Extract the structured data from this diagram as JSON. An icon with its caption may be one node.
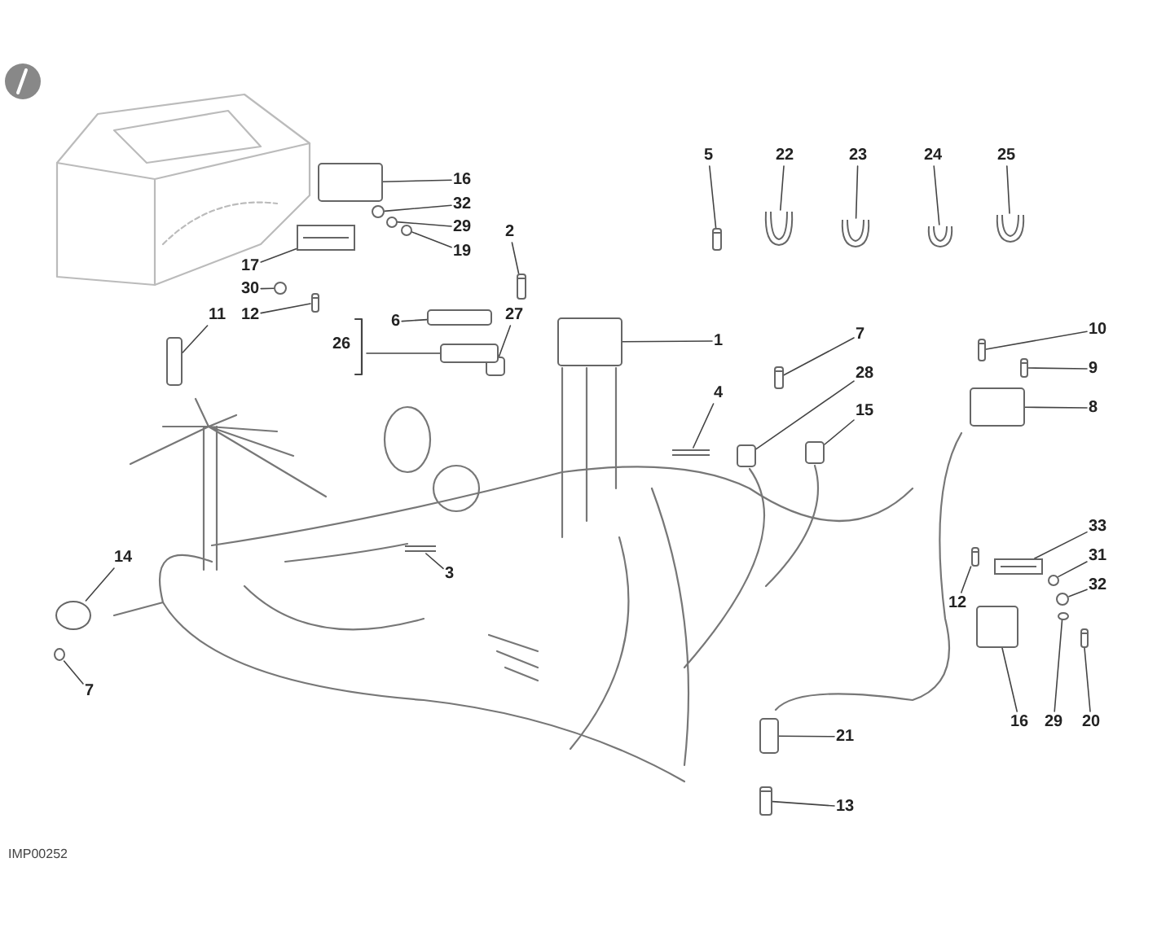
{
  "diagram": {
    "nodes": [
      {
        "text": [
          "5"
        ]
      },
      {
        "text": [
          "22"
        ]
      },
      {
        "text": [
          "23"
        ]
      },
      {
        "text": [
          "24"
        ]
      },
      {
        "text": [
          "25"
        ]
      },
      {
        "text": [
          "16"
        ]
      },
      {
        "text": [
          "32"
        ]
      },
      {
        "text": [
          "29"
        ]
      },
      {
        "text": [
          "19"
        ]
      },
      {
        "text": [
          "2"
        ]
      },
      {
        "text": [
          "17"
        ]
      },
      {
        "text": [
          "30"
        ]
      },
      {
        "text": [
          "12"
        ]
      },
      {
        "text": [
          "11"
        ]
      },
      {
        "text": [
          "6"
        ]
      },
      {
        "text": [
          "27"
        ]
      },
      {
        "text": [
          "10"
        ]
      },
      {
        "text": [
          "1"
        ]
      },
      {
        "text": [
          "7"
        ]
      },
      {
        "text": [
          "9"
        ]
      },
      {
        "text": [
          "28"
        ]
      },
      {
        "text": [
          "4"
        ]
      },
      {
        "text": [
          "8"
        ]
      },
      {
        "text": [
          "15"
        ]
      },
      {
        "text": [
          "33"
        ]
      },
      {
        "text": [
          "14"
        ]
      },
      {
        "text": [
          "31"
        ]
      },
      {
        "text": [
          "3"
        ]
      },
      {
        "text": [
          "32"
        ]
      },
      {
        "text": [
          "12"
        ]
      },
      {
        "text": [
          "7"
        ]
      },
      {
        "text": [
          "16"
        ]
      },
      {
        "text": [
          "29"
        ]
      },
      {
        "text": [
          "20"
        ]
      },
      {
        "text": [
          "21"
        ]
      },
      {
        "text": [
          "13"
        ]
      },
      {
        "text": [],
        "shape": "picture"
      },
      {
        "text": [],
        "shape": "picture"
      },
      {
        "text": [],
        "shape": "picture"
      },
      {
        "text": [],
        "shape": "picture"
      },
      {
        "text": [],
        "shape": "picture"
      },
      {
        "text": [],
        "shape": "box"
      },
      {
        "text": [],
        "shape": "circle"
      },
      {
        "text": [],
        "shape": "circle"
      },
      {
        "text": [],
        "shape": "circle"
      },
      {
        "text": [],
        "shape": "picture"
      },
      {
        "text": [],
        "shape": "picture"
      },
      {
        "text": [],
        "shape": "circle"
      },
      {
        "text": [],
        "shape": "picture"
      },
      {
        "text": [],
        "shape": "box"
      },
      {
        "text": [],
        "shape": "box"
      },
      {
        "text": [],
        "shape": "box"
      },
      {
        "text": [],
        "shape": "picture"
      },
      {
        "text": [],
        "shape": "box"
      },
      {
        "text": [],
        "shape": "picture"
      },
      {
        "text": [],
        "shape": "picture"
      },
      {
        "text": [],
        "shape": "box"
      },
      {
        "text": [],
        "shape": "picture"
      },
      {
        "text": [],
        "shape": "box"
      },
      {
        "text": [],
        "shape": "box"
      },
      {
        "text": [],
        "shape": "picture"
      },
      {
        "text": [],
        "shape": "circle"
      },
      {
        "text": [],
        "shape": "circle"
      },
      {
        "text": [],
        "shape": "picture"
      },
      {
        "text": [],
        "shape": "circle"
      },
      {
        "text": [],
        "shape": "picture"
      },
      {
        "text": [],
        "shape": "circle"
      },
      {
        "text": [],
        "shape": "box"
      },
      {
        "text": [],
        "shape": "circle"
      },
      {
        "text": [],
        "shape": "picture"
      },
      {
        "text": [],
        "shape": "box"
      },
      {
        "text": [],
        "shape": "picture"
      },
      {
        "text": [],
        "shape": "box"
      }
    ],
    "edges": [
      {
        "from": 0,
        "to": 36,
        "arrow": "none"
      },
      {
        "from": 1,
        "to": 37,
        "arrow": "none"
      },
      {
        "from": 2,
        "to": 38,
        "arrow": "none"
      },
      {
        "from": 3,
        "to": 39,
        "arrow": "none"
      },
      {
        "from": 4,
        "to": 40,
        "arrow": "none"
      },
      {
        "from": 5,
        "to": 41,
        "arrow": "none"
      },
      {
        "from": 6,
        "to": 42,
        "arrow": "none"
      },
      {
        "from": 7,
        "to": 43,
        "arrow": "none"
      },
      {
        "from": 8,
        "to": 44,
        "arrow": "none"
      },
      {
        "from": 9,
        "to": 45,
        "arrow": "none"
      },
      {
        "from": 10,
        "to": 46,
        "arrow": "none"
      },
      {
        "from": 11,
        "to": 47,
        "arrow": "none"
      },
      {
        "from": 12,
        "to": 48,
        "arrow": "none"
      },
      {
        "from": 13,
        "to": 49,
        "arrow": "none"
      },
      {
        "from": 14,
        "to": 50,
        "arrow": "none"
      },
      {
        "from": 15,
        "to": 51,
        "arrow": "none"
      },
      {
        "from": 16,
        "to": 52,
        "arrow": "none"
      },
      {
        "from": 17,
        "to": 53,
        "arrow": "none"
      },
      {
        "from": 18,
        "to": 54,
        "arrow": "none"
      },
      {
        "from": 19,
        "to": 55,
        "arrow": "none"
      },
      {
        "from": 20,
        "to": 56,
        "arrow": "none"
      },
      {
        "from": 21,
        "to": 57,
        "arrow": "none"
      },
      {
        "from": 22,
        "to": 58,
        "arrow": "none"
      },
      {
        "from": 23,
        "to": 59,
        "arrow": "none"
      },
      {
        "from": 24,
        "to": 60,
        "arrow": "none"
      },
      {
        "from": 25,
        "to": 61,
        "arrow": "none"
      },
      {
        "from": 26,
        "to": 62,
        "arrow": "none"
      },
      {
        "from": 27,
        "to": 63,
        "arrow": "none"
      },
      {
        "from": 28,
        "to": 64,
        "arrow": "none"
      },
      {
        "from": 29,
        "to": 65,
        "arrow": "none"
      },
      {
        "from": 30,
        "to": 66,
        "arrow": "none"
      },
      {
        "from": 31,
        "to": 67,
        "arrow": "none"
      },
      {
        "from": 32,
        "to": 68,
        "arrow": "none"
      },
      {
        "from": 33,
        "to": 69,
        "arrow": "none"
      },
      {
        "from": 34,
        "to": 70,
        "arrow": "none"
      },
      {
        "from": 35,
        "to": 71,
        "arrow": "none"
      },
      {
        "from": null,
        "to": 72,
        "arrow": "none"
      }
    ],
    "labels": [
      "26",
      "IMP00252"
    ]
  }
}
